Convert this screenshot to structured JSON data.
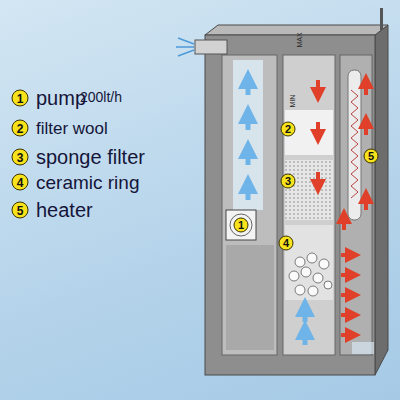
{
  "diagram": {
    "labels": [
      "1",
      "pump",
      "200lt/h",
      "2",
      "filter wool",
      "3",
      "sponge filter",
      "4",
      "ceramic ring",
      "5",
      "heater",
      "MAX",
      "MIN",
      "1",
      "2",
      "3",
      "4",
      "5"
    ]
  }
}
